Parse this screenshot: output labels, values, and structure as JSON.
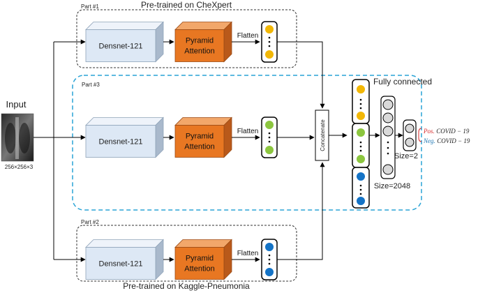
{
  "input": {
    "label": "Input",
    "size": "256×256×3"
  },
  "parts": [
    {
      "id": "part1",
      "tag": "Part #1",
      "caption": "Pre-trained on CheXpert",
      "dot_color": "#F2B705"
    },
    {
      "id": "part3",
      "tag": "Part #3",
      "caption": "",
      "dot_color": "#8CC63F"
    },
    {
      "id": "part2",
      "tag": "Part #2",
      "caption": "Pre-trained on Kaggle-Pneumonia",
      "dot_color": "#1473C6"
    }
  ],
  "blocks": {
    "backbone": "Densnet-121",
    "attention_line1": "Pyramid",
    "attention_line2": "Attention",
    "flatten": "Flatten",
    "concatenate": "Concatenate"
  },
  "fc": {
    "title": "Fully connected",
    "size1": "Size=2048",
    "size2": "Size=2"
  },
  "outputs": [
    {
      "prefix": "Pos.",
      "suffix": "COVID − 19",
      "color": "#d62728"
    },
    {
      "prefix": "Neg.",
      "suffix": "COVID − 19",
      "color": "#1f77b4"
    }
  ],
  "colors": {
    "backbone_front": "#DDE8F5",
    "backbone_top": "#EEF3FA",
    "backbone_side": "#A9B9CC",
    "attention_front": "#E87722",
    "attention_top": "#F2A76A",
    "attention_side": "#B9591A",
    "fc_node": "#D9D9D9",
    "dashed_blue": "#29A3D6"
  }
}
